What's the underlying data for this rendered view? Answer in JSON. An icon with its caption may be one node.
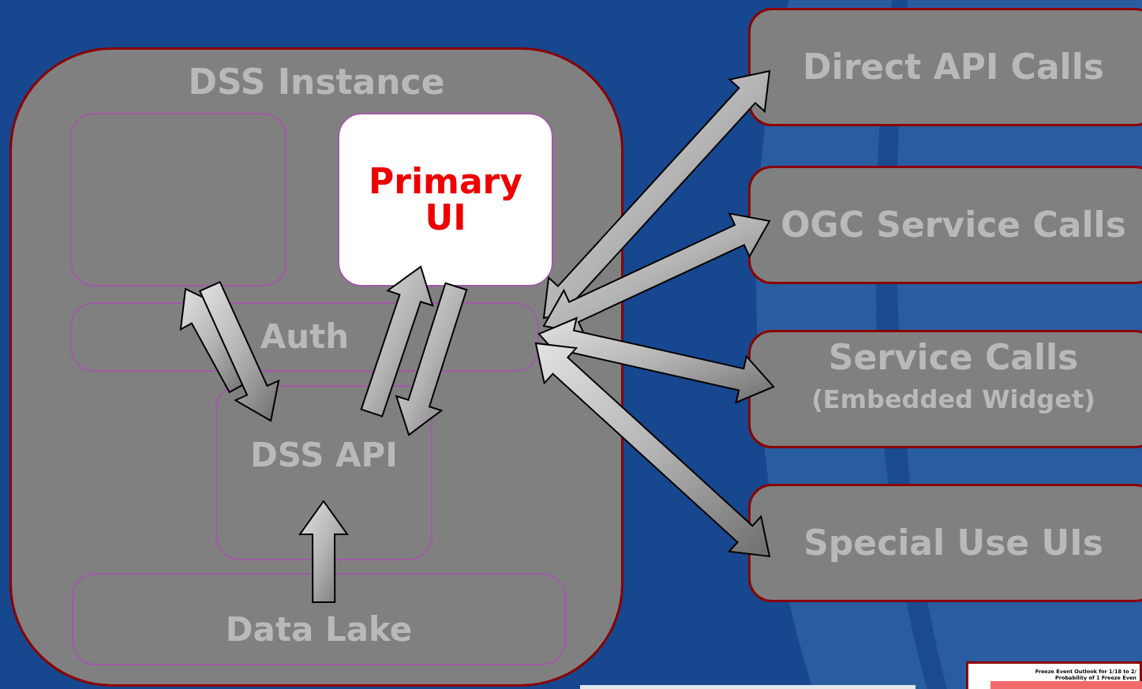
{
  "diagram": {
    "nodes": [
      {
        "text": [
          "DSS Instance"
        ]
      },
      {
        "text": [],
        "shape": "box",
        "in": 0
      },
      {
        "text": [
          "Primary UI"
        ],
        "in": 0
      },
      {
        "text": [
          "Auth"
        ],
        "in": 0
      },
      {
        "text": [
          "DSS API"
        ],
        "in": 0
      },
      {
        "text": [
          "Data Lake"
        ],
        "in": 0
      },
      {
        "text": [
          "Direct API Calls"
        ]
      },
      {
        "text": [
          "OGC Service Calls"
        ]
      },
      {
        "text": [
          "Service Calls",
          "(Embedded Widget)"
        ]
      },
      {
        "text": [
          "Special Use UIs"
        ]
      }
    ],
    "edges": [
      {
        "from": 4,
        "to": 1,
        "arrow": "to"
      },
      {
        "from": 1,
        "to": 4,
        "arrow": "to"
      },
      {
        "from": 4,
        "to": 2,
        "arrow": "to"
      },
      {
        "from": 2,
        "to": 4,
        "arrow": "to"
      },
      {
        "from": 5,
        "to": 4,
        "arrow": "to"
      },
      {
        "from": 2,
        "to": 6,
        "arrow": "both"
      },
      {
        "from": 2,
        "to": 7,
        "arrow": "both"
      },
      {
        "from": 2,
        "to": 8,
        "arrow": "both"
      },
      {
        "from": 2,
        "to": 9,
        "arrow": "both"
      }
    ],
    "labels": [
      "Freeze Event Outlook for  1/18 to 2/",
      "Probability of 1 Freeze Even"
    ]
  }
}
